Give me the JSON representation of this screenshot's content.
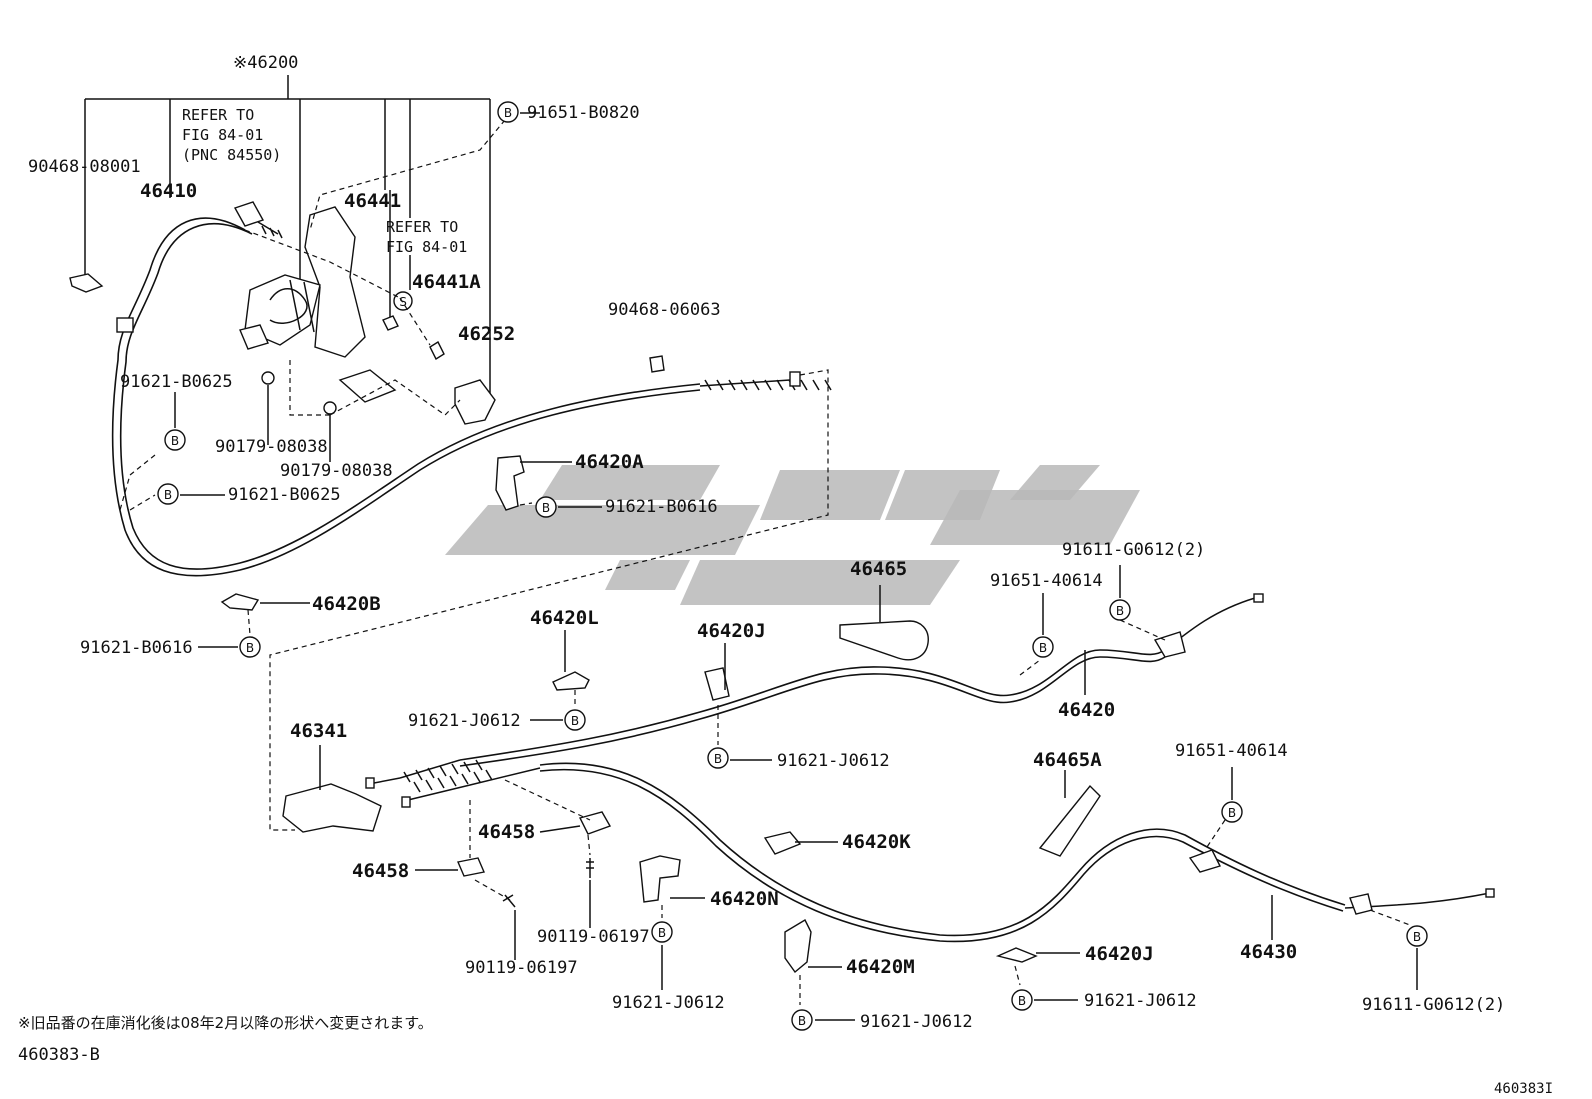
{
  "labels": {
    "top_assembly": "※46200",
    "p90468_08001": "90468-08001",
    "p46410": "46410",
    "refer1_l1": "REFER TO",
    "refer1_l2": "FIG 84-01",
    "refer1_l3": "(PNC 84550)",
    "p46441": "46441",
    "refer2_l1": "REFER TO",
    "refer2_l2": "FIG 84-01",
    "p46441A": "46441A",
    "p46252": "46252",
    "p91651_B0820": "91651-B0820",
    "p90468_06063": "90468-06063",
    "p91621_B0625_a": "91621-B0625",
    "p90179_08038_a": "90179-08038",
    "p90179_08038_b": "90179-08038",
    "p91621_B0625_b": "91621-B0625",
    "p46420A": "46420A",
    "p91621_B0616_a": "91621-B0616",
    "p46420B": "46420B",
    "p91621_B0616_b": "91621-B0616",
    "p46465": "46465",
    "p91611_G0612_top": "91611-G0612(2)",
    "p91651_40614_top": "91651-40614",
    "p46420L": "46420L",
    "p46420J_top": "46420J",
    "p46420": "46420",
    "p91621_J0612_a": "91621-J0612",
    "p91621_J0612_b": "91621-J0612",
    "p46341": "46341",
    "p46465A": "46465A",
    "p91651_40614_bot": "91651-40614",
    "p46458_a": "46458",
    "p46420K": "46420K",
    "p46458_b": "46458",
    "p46420N": "46420N",
    "p90119_06197_a": "90119-06197",
    "p90119_06197_b": "90119-06197",
    "p46430": "46430",
    "p46420M": "46420M",
    "p46420J_bot": "46420J",
    "p91621_J0612_c": "91621-J0612",
    "p91621_J0612_d": "91621-J0612",
    "p91621_J0612_e": "91621-J0612",
    "p91611_G0612_bot": "91611-G0612(2)",
    "s_marker": "S",
    "b_marker": "B"
  },
  "footnote": "※旧品番の在庫消化後は08年2月以降の形状へ変更されます。",
  "figure_code_left": "460383-B",
  "figure_code_right": "460383I",
  "colors": {
    "line": "#111111",
    "watermark": "#b9b9b9",
    "background": "#ffffff"
  }
}
